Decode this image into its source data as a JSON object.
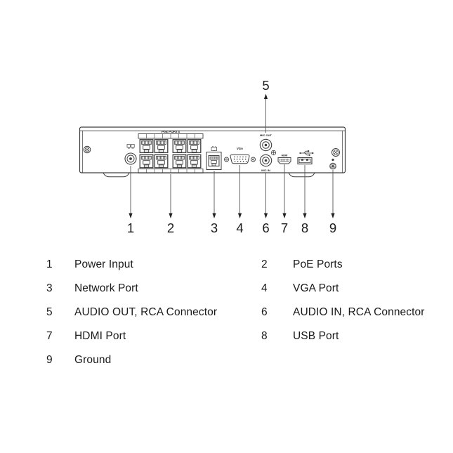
{
  "colors": {
    "ink": "#1a1a1a",
    "line": "#3d3d3d"
  },
  "device": {
    "panel_labels": {
      "poe_ports": "PoE PORTS",
      "mic_out": "MIC OUT",
      "mic_in": "MIC IN",
      "vga": "VGA",
      "hdmi": "HDMI"
    }
  },
  "callouts": {
    "top": {
      "num": "5"
    },
    "bottom": [
      {
        "num": "1"
      },
      {
        "num": "2"
      },
      {
        "num": "3"
      },
      {
        "num": "4"
      },
      {
        "num": "6"
      },
      {
        "num": "7"
      },
      {
        "num": "8"
      },
      {
        "num": "9"
      }
    ]
  },
  "legend": {
    "rows": [
      {
        "left_num": "1",
        "left_label": "Power Input",
        "right_num": "2",
        "right_label": "PoE Ports"
      },
      {
        "left_num": "3",
        "left_label": "Network Port",
        "right_num": "4",
        "right_label": "VGA Port"
      },
      {
        "left_num": "5",
        "left_label": "AUDIO OUT, RCA Connector",
        "right_num": "6",
        "right_label": "AUDIO IN, RCA Connector"
      },
      {
        "left_num": "7",
        "left_label": "HDMI Port",
        "right_num": "8",
        "right_label": "USB Port"
      },
      {
        "left_num": "9",
        "left_label": "Ground",
        "right_num": "",
        "right_label": ""
      }
    ]
  }
}
